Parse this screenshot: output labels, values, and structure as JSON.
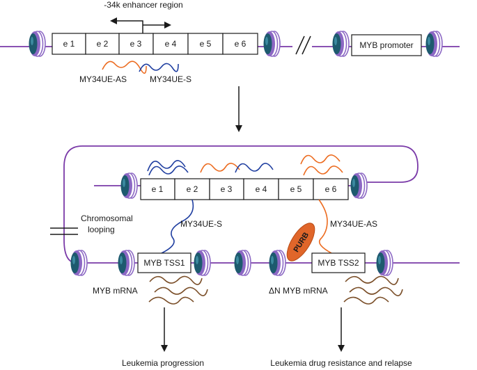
{
  "top_panel": {
    "enhancer_label": "-34k enhancer region",
    "exons": [
      "e 1",
      "e 2",
      "e 3",
      "e 4",
      "e 5",
      "e 6"
    ],
    "promoter_label": "MYB promoter",
    "transcript_as": "MY34UE-AS",
    "transcript_s": "MY34UE-S"
  },
  "bottom_panel": {
    "exons": [
      "e 1",
      "e 2",
      "e 3",
      "e 4",
      "e 5",
      "e 6"
    ],
    "looping_label_line1": "Chromosomal",
    "looping_label_line2": "looping",
    "transcript_s": "MY34UE-S",
    "transcript_as": "MY34UE-AS",
    "purb_label": "PURB",
    "tss1_label": "MYB TSS1",
    "tss2_label": "MYB TSS2",
    "mrna1_label": "MYB mRNA",
    "mrna2_label": "ΔN MYB mRNA",
    "outcome1": "Leukemia progression",
    "outcome2": "Leukemia drug resistance and relapse"
  },
  "colors": {
    "chromatin_line": "#7a3aa8",
    "antisense": "#ec6b1f",
    "sense": "#1f3ea0",
    "mrna": "#7a4e28",
    "nucleosome_dark": "#1d5a6e",
    "nucleosome_ring": "#8c68c4",
    "purb_fill": "#e0662a"
  },
  "icons": [
    "nucleosome-icon",
    "arrow-down-icon",
    "bidirectional-arrow-icon"
  ]
}
